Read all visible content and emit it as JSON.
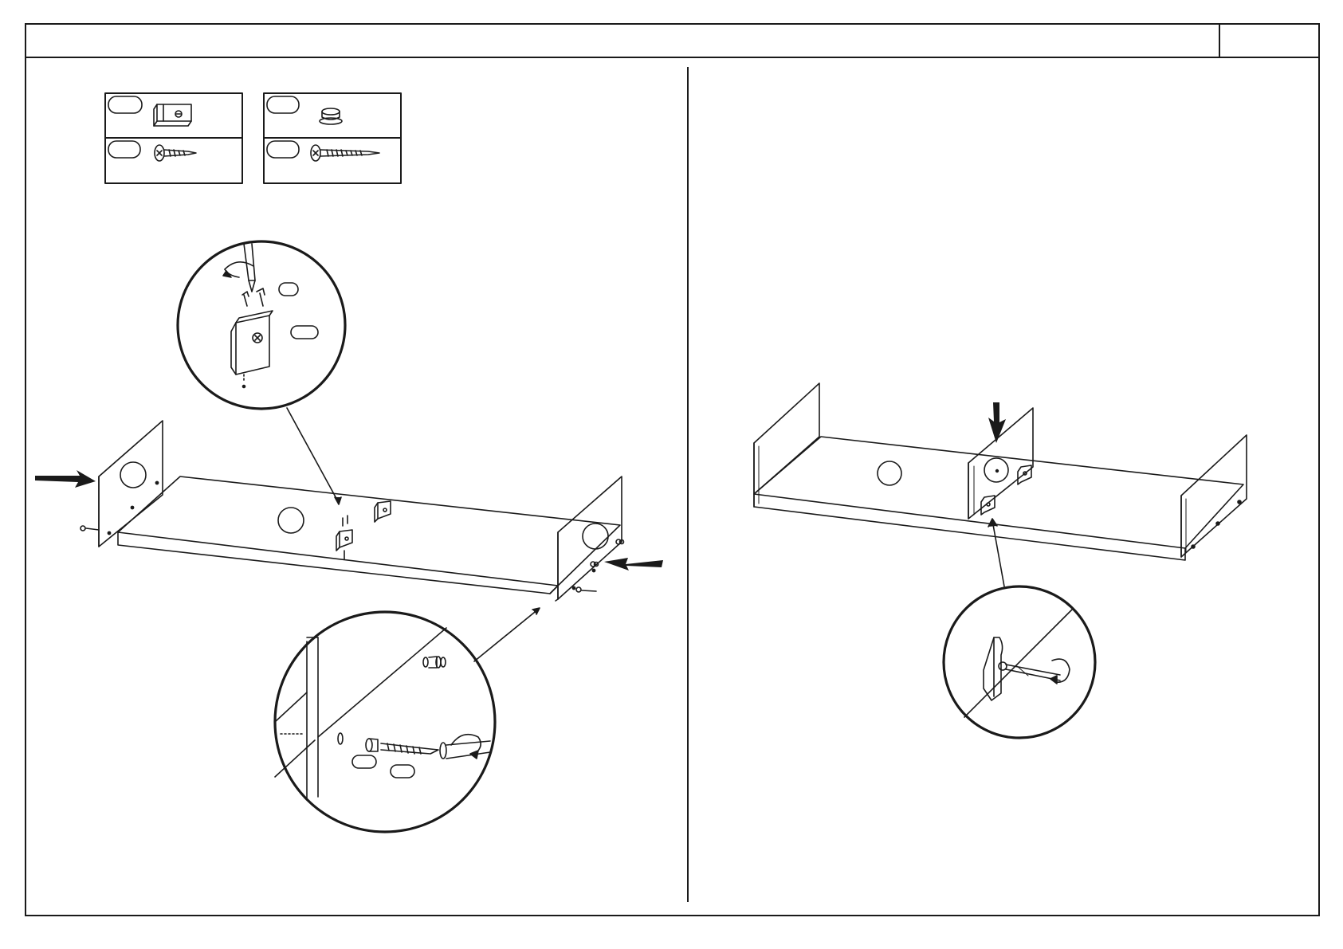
{
  "header": {
    "title": "",
    "page_number": ""
  },
  "colors": {
    "line": "#1a1a1a",
    "background": "#ffffff"
  },
  "hardware_legend": [
    {
      "part": "connector-bracket",
      "label": ""
    },
    {
      "part": "cam-cap",
      "label": ""
    },
    {
      "part": "short-screw",
      "label": ""
    },
    {
      "part": "long-screw",
      "label": ""
    }
  ],
  "steps": [
    {
      "panel": "left",
      "description_visible": false
    },
    {
      "panel": "right",
      "description_visible": false
    }
  ]
}
